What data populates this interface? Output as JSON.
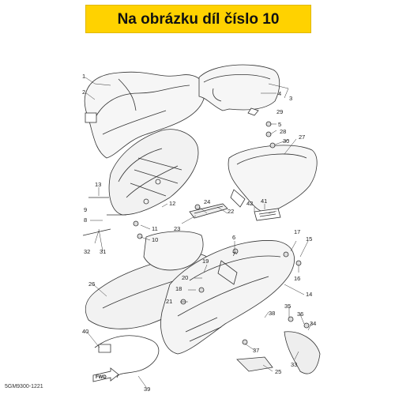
{
  "banner": {
    "text": "Na obrázku díl číslo 10",
    "color": "#ffd200"
  },
  "callouts": [
    {
      "id": "c1",
      "label": "1"
    },
    {
      "id": "c2",
      "label": "2"
    },
    {
      "id": "c3",
      "label": "3"
    },
    {
      "id": "c4",
      "label": "4"
    },
    {
      "id": "c5",
      "label": "5"
    },
    {
      "id": "c6",
      "label": "6"
    },
    {
      "id": "c7",
      "label": "7"
    },
    {
      "id": "c8",
      "label": "8"
    },
    {
      "id": "c9",
      "label": "9"
    },
    {
      "id": "c10",
      "label": "10"
    },
    {
      "id": "c11",
      "label": "11"
    },
    {
      "id": "c12",
      "label": "12"
    },
    {
      "id": "c13",
      "label": "13"
    },
    {
      "id": "c14",
      "label": "14"
    },
    {
      "id": "c15",
      "label": "15"
    },
    {
      "id": "c16",
      "label": "16"
    },
    {
      "id": "c17",
      "label": "17"
    },
    {
      "id": "c18",
      "label": "18"
    },
    {
      "id": "c19",
      "label": "19"
    },
    {
      "id": "c20",
      "label": "20"
    },
    {
      "id": "c21",
      "label": "21"
    },
    {
      "id": "c22",
      "label": "22"
    },
    {
      "id": "c23",
      "label": "23"
    },
    {
      "id": "c24",
      "label": "24"
    },
    {
      "id": "c25",
      "label": "25"
    },
    {
      "id": "c26",
      "label": "26"
    },
    {
      "id": "c27",
      "label": "27"
    },
    {
      "id": "c28",
      "label": "28"
    },
    {
      "id": "c29",
      "label": "29"
    },
    {
      "id": "c30",
      "label": "30"
    },
    {
      "id": "c31",
      "label": "31"
    },
    {
      "id": "c32",
      "label": "32"
    },
    {
      "id": "c33",
      "label": "33"
    },
    {
      "id": "c34",
      "label": "34"
    },
    {
      "id": "c35",
      "label": "35"
    },
    {
      "id": "c36",
      "label": "36"
    },
    {
      "id": "c37",
      "label": "37"
    },
    {
      "id": "c38",
      "label": "38"
    },
    {
      "id": "c39",
      "label": "39"
    },
    {
      "id": "c40",
      "label": "40"
    },
    {
      "id": "c41",
      "label": "41"
    },
    {
      "id": "c42",
      "label": "42"
    }
  ],
  "fwd_label": "FWD",
  "footer_code": "5GM9300-1221"
}
